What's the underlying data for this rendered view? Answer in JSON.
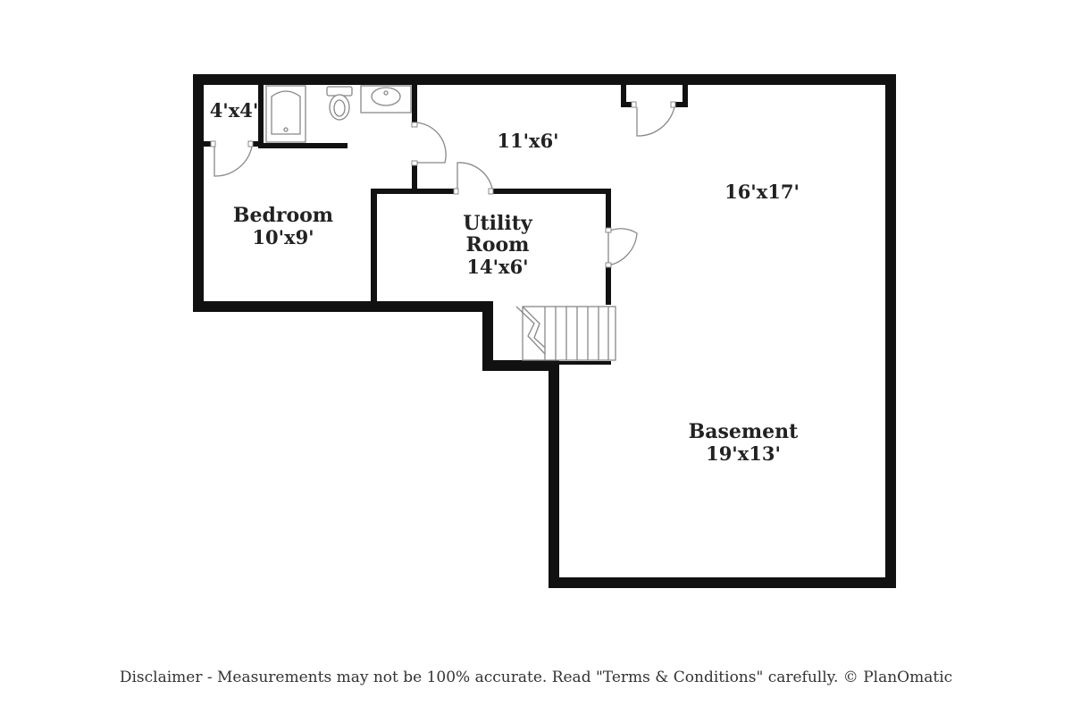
{
  "rooms": {
    "closet": {
      "dims": "4'x4'"
    },
    "hall": {
      "dims": "11'x6'"
    },
    "family": {
      "dims": "16'x17'"
    },
    "bedroom": {
      "name": "Bedroom",
      "dims": "10'x9'"
    },
    "utility": {
      "name_line1": "Utility",
      "name_line2": "Room",
      "dims": "14'x6'"
    },
    "basement": {
      "name": "Basement",
      "dims": "19'x13'"
    }
  },
  "footer": {
    "disclaimer": "Disclaimer - Measurements may not be 100% accurate. Read \"Terms & Conditions\" carefully. © PlanOmatic"
  },
  "colors": {
    "wall": "#111111",
    "fixture": "#888888",
    "text": "#222222"
  }
}
